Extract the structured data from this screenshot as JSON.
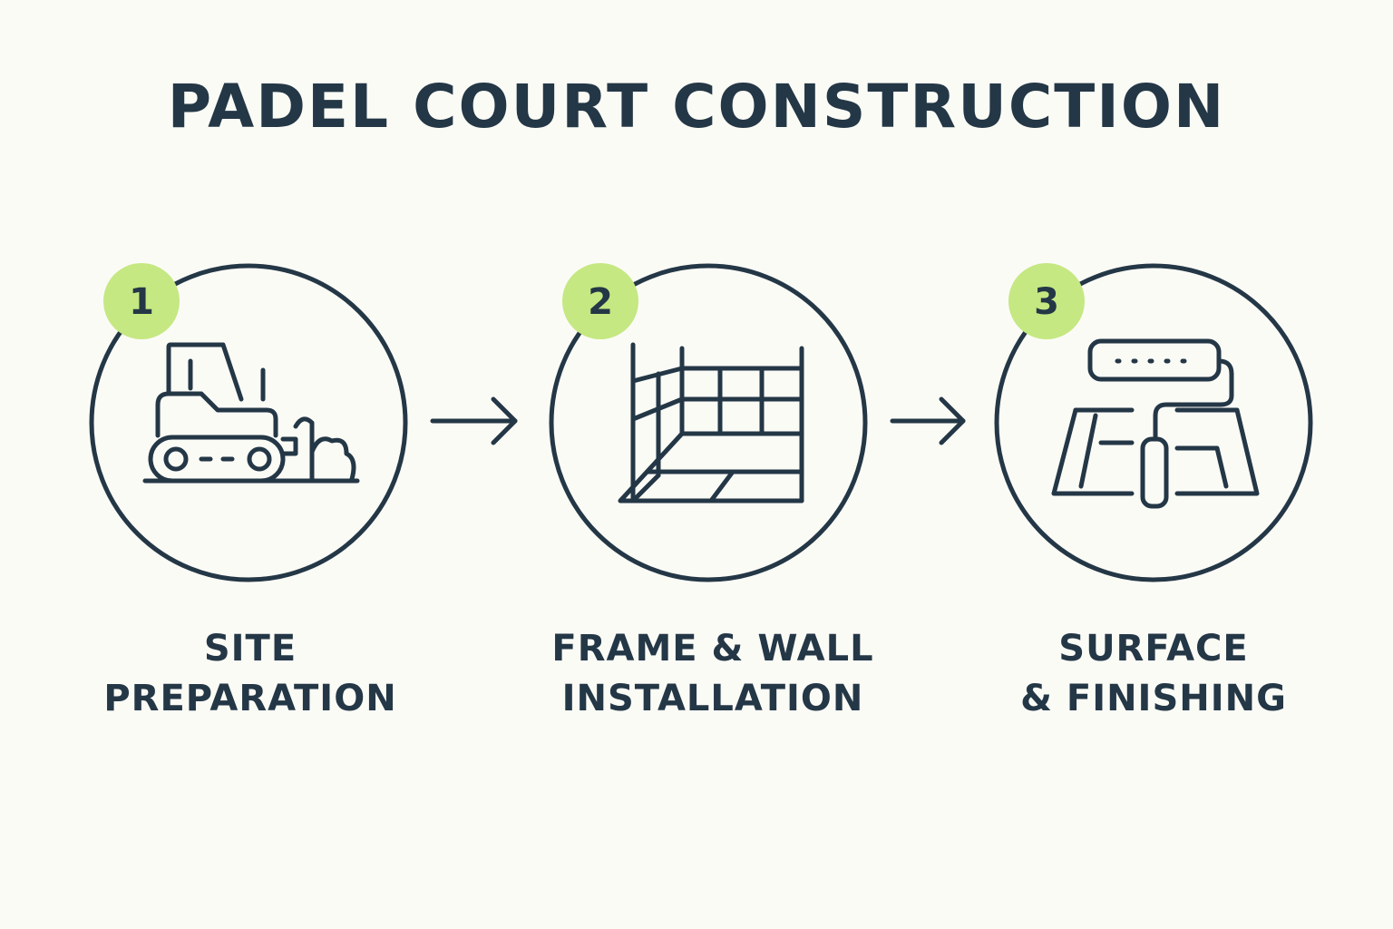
{
  "title": "PADEL COURT CONSTRUCTION",
  "colors": {
    "ink": "#243746",
    "badge": "#c5e882",
    "background": "#fbfbf6"
  },
  "steps": [
    {
      "number": "1",
      "label_line1": "SITE",
      "label_line2": "PREPARATION",
      "icon": "bulldozer-icon"
    },
    {
      "number": "2",
      "label_line1": "FRAME & WALL",
      "label_line2": "INSTALLATION",
      "icon": "court-frame-icon"
    },
    {
      "number": "3",
      "label_line1": "SURFACE",
      "label_line2": "& FINISHING",
      "icon": "paint-roller-icon"
    }
  ],
  "connectors": [
    "arrow-right-icon",
    "arrow-right-icon"
  ]
}
